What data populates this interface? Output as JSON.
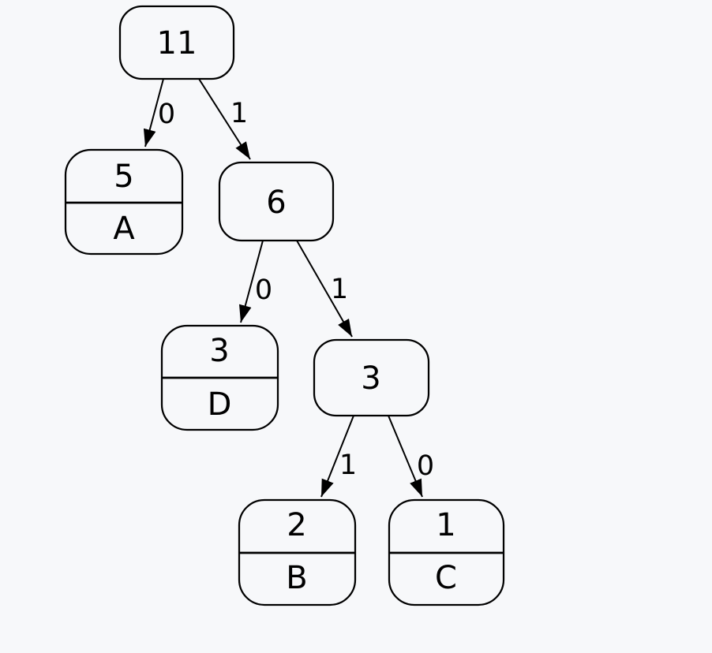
{
  "diagram": {
    "kind": "huffman-binary-tree",
    "background_color": "#f7f8fa",
    "line_color": "#000000",
    "text_color": "#000000",
    "tree": {
      "weight": "11",
      "children": [
        {
          "edge_label": "0",
          "weight": "5",
          "symbol": "A"
        },
        {
          "edge_label": "1",
          "weight": "6",
          "children": [
            {
              "edge_label": "0",
              "weight": "3",
              "symbol": "D"
            },
            {
              "edge_label": "1",
              "weight": "3",
              "children": [
                {
                  "edge_label": "1",
                  "weight": "2",
                  "symbol": "B"
                },
                {
                  "edge_label": "0",
                  "weight": "1",
                  "symbol": "C"
                }
              ]
            }
          ]
        }
      ]
    }
  }
}
